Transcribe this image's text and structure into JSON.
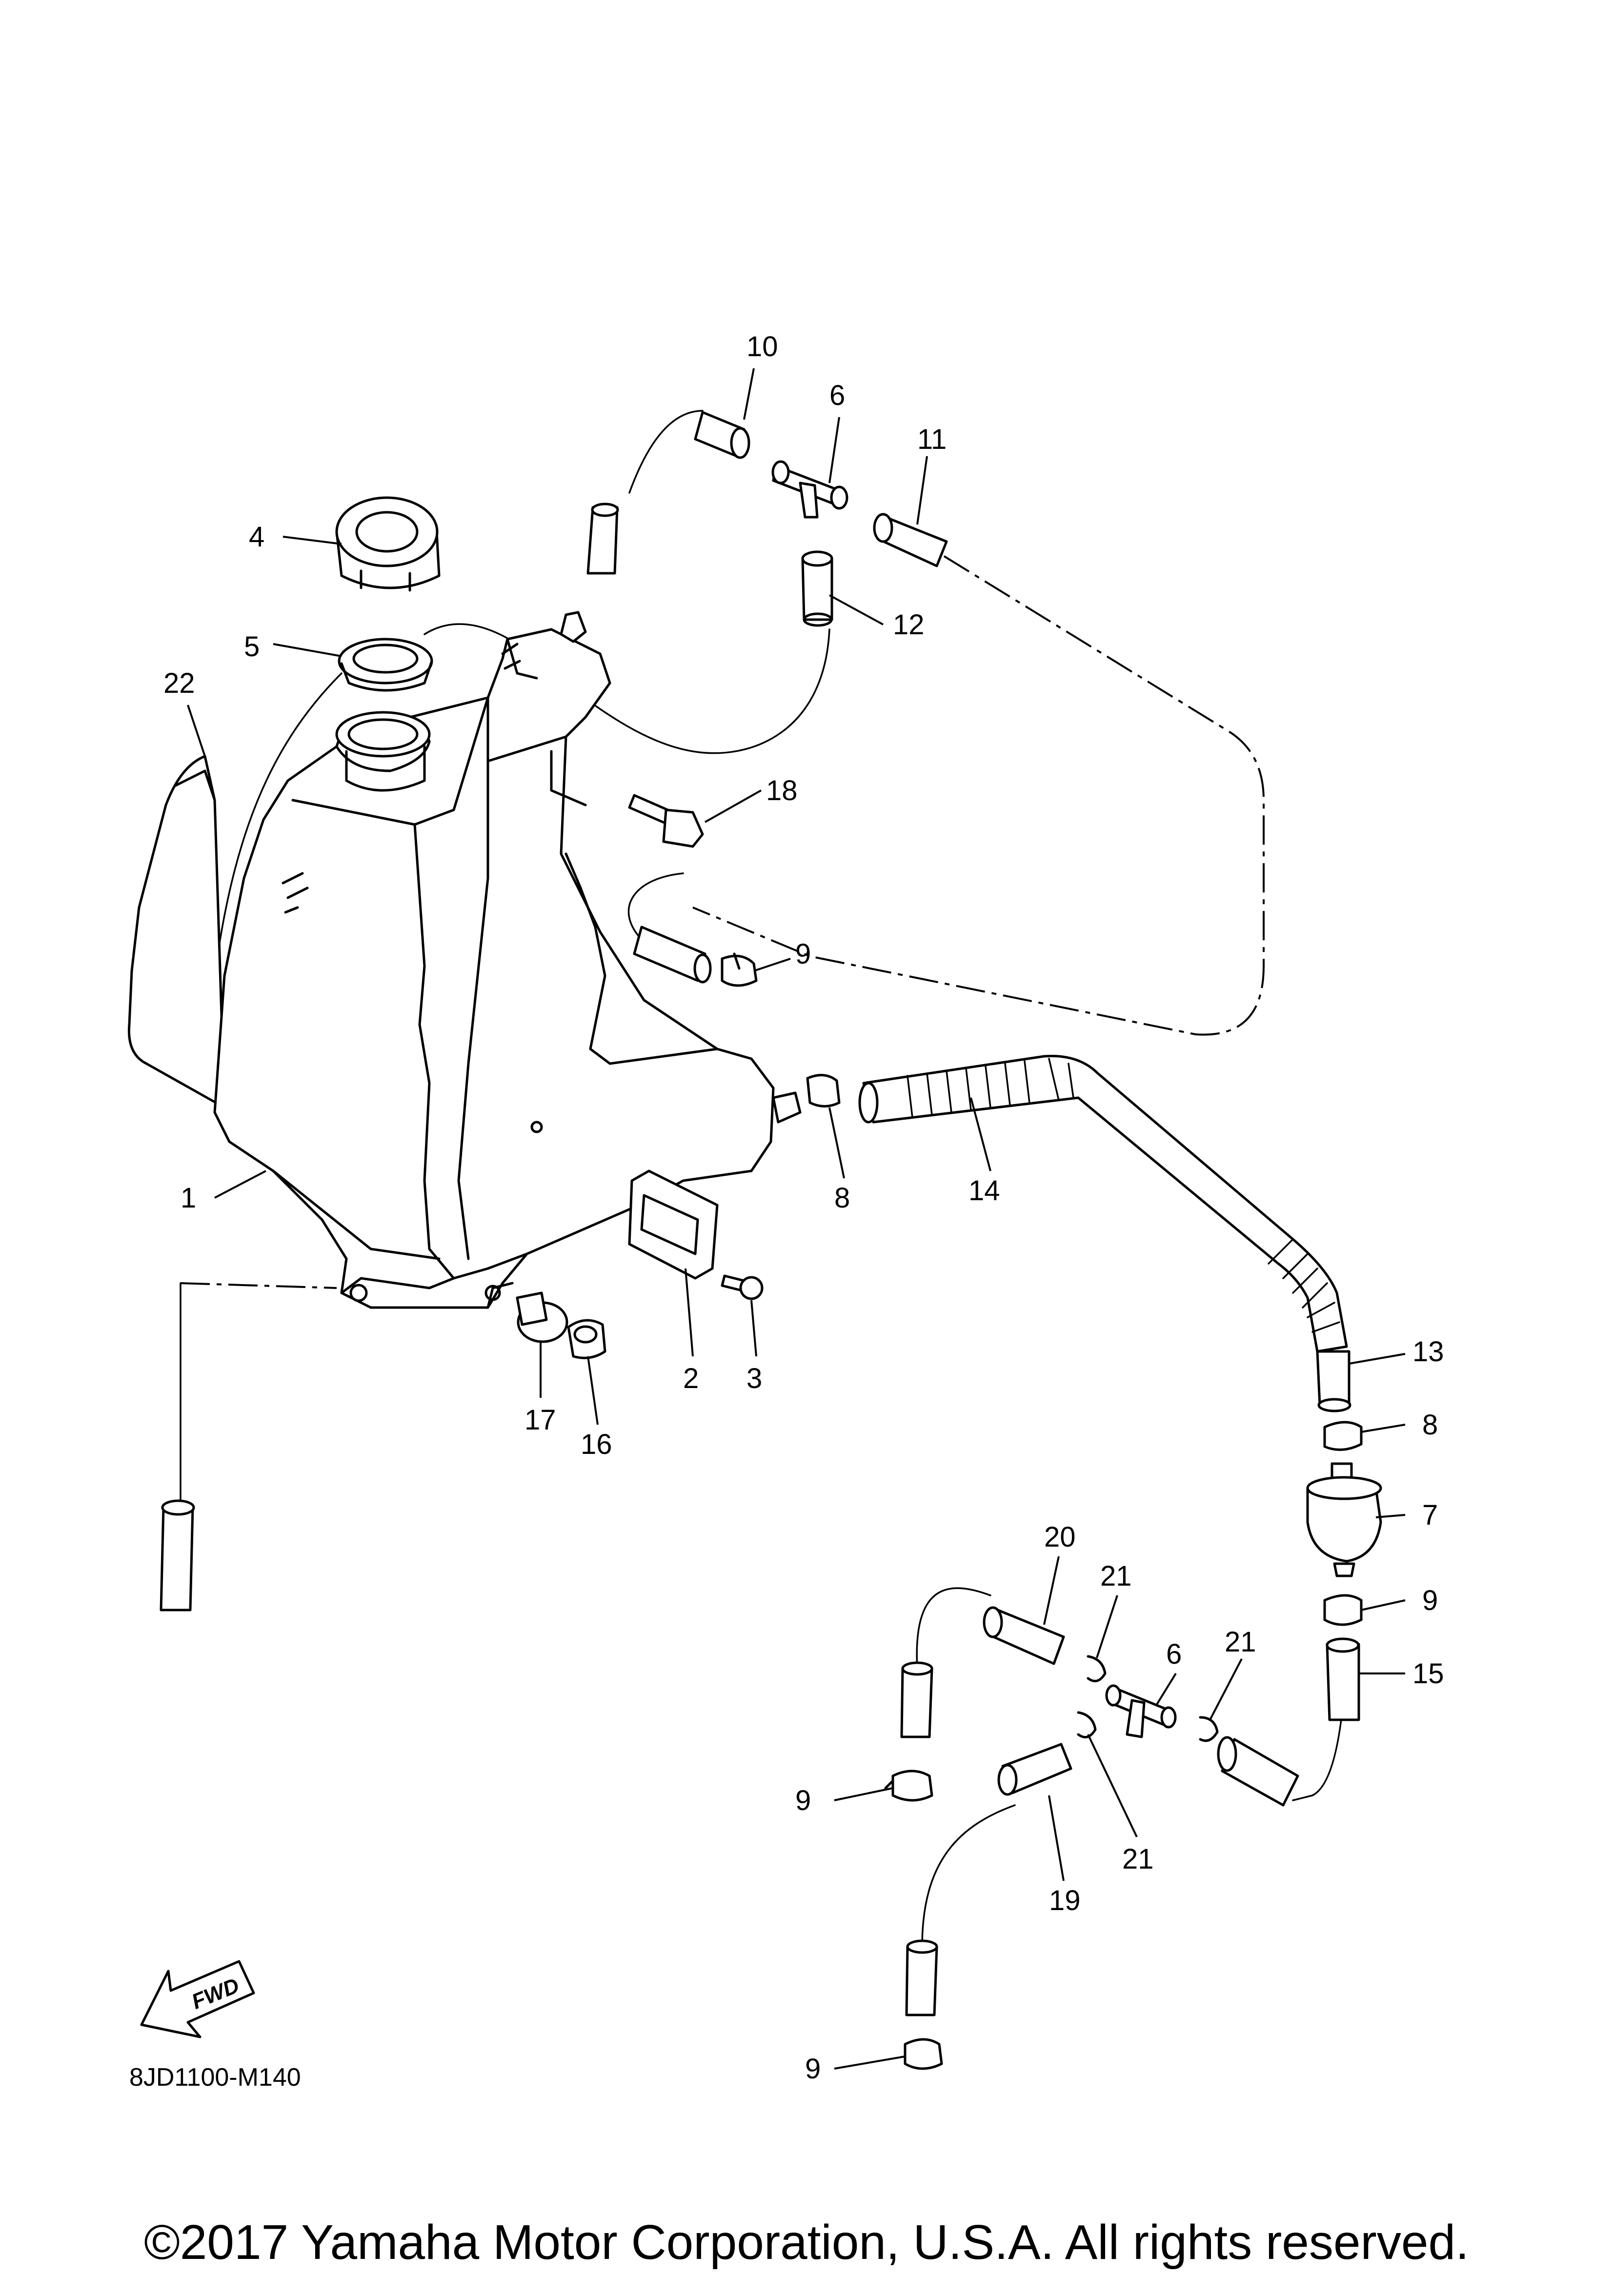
{
  "callouts": [
    {
      "id": "1",
      "label": "1"
    },
    {
      "id": "2",
      "label": "2"
    },
    {
      "id": "3",
      "label": "3"
    },
    {
      "id": "4",
      "label": "4"
    },
    {
      "id": "5",
      "label": "5"
    },
    {
      "id": "6a",
      "label": "6"
    },
    {
      "id": "6b",
      "label": "6"
    },
    {
      "id": "7",
      "label": "7"
    },
    {
      "id": "8a",
      "label": "8"
    },
    {
      "id": "8b",
      "label": "8"
    },
    {
      "id": "9a",
      "label": "9"
    },
    {
      "id": "9b",
      "label": "9"
    },
    {
      "id": "9c",
      "label": "9"
    },
    {
      "id": "9d",
      "label": "9"
    },
    {
      "id": "10",
      "label": "10"
    },
    {
      "id": "11",
      "label": "11"
    },
    {
      "id": "12",
      "label": "12"
    },
    {
      "id": "13",
      "label": "13"
    },
    {
      "id": "14",
      "label": "14"
    },
    {
      "id": "15",
      "label": "15"
    },
    {
      "id": "16",
      "label": "16"
    },
    {
      "id": "17",
      "label": "17"
    },
    {
      "id": "18",
      "label": "18"
    },
    {
      "id": "19",
      "label": "19"
    },
    {
      "id": "20",
      "label": "20"
    },
    {
      "id": "21a",
      "label": "21"
    },
    {
      "id": "21b",
      "label": "21"
    },
    {
      "id": "21c",
      "label": "21"
    },
    {
      "id": "22",
      "label": "22"
    }
  ],
  "fwd_label": "FWD",
  "diagram_code": "8JD1100-M140",
  "copyright": "©2017 Yamaha Motor Corporation, U.S.A. All rights reserved."
}
